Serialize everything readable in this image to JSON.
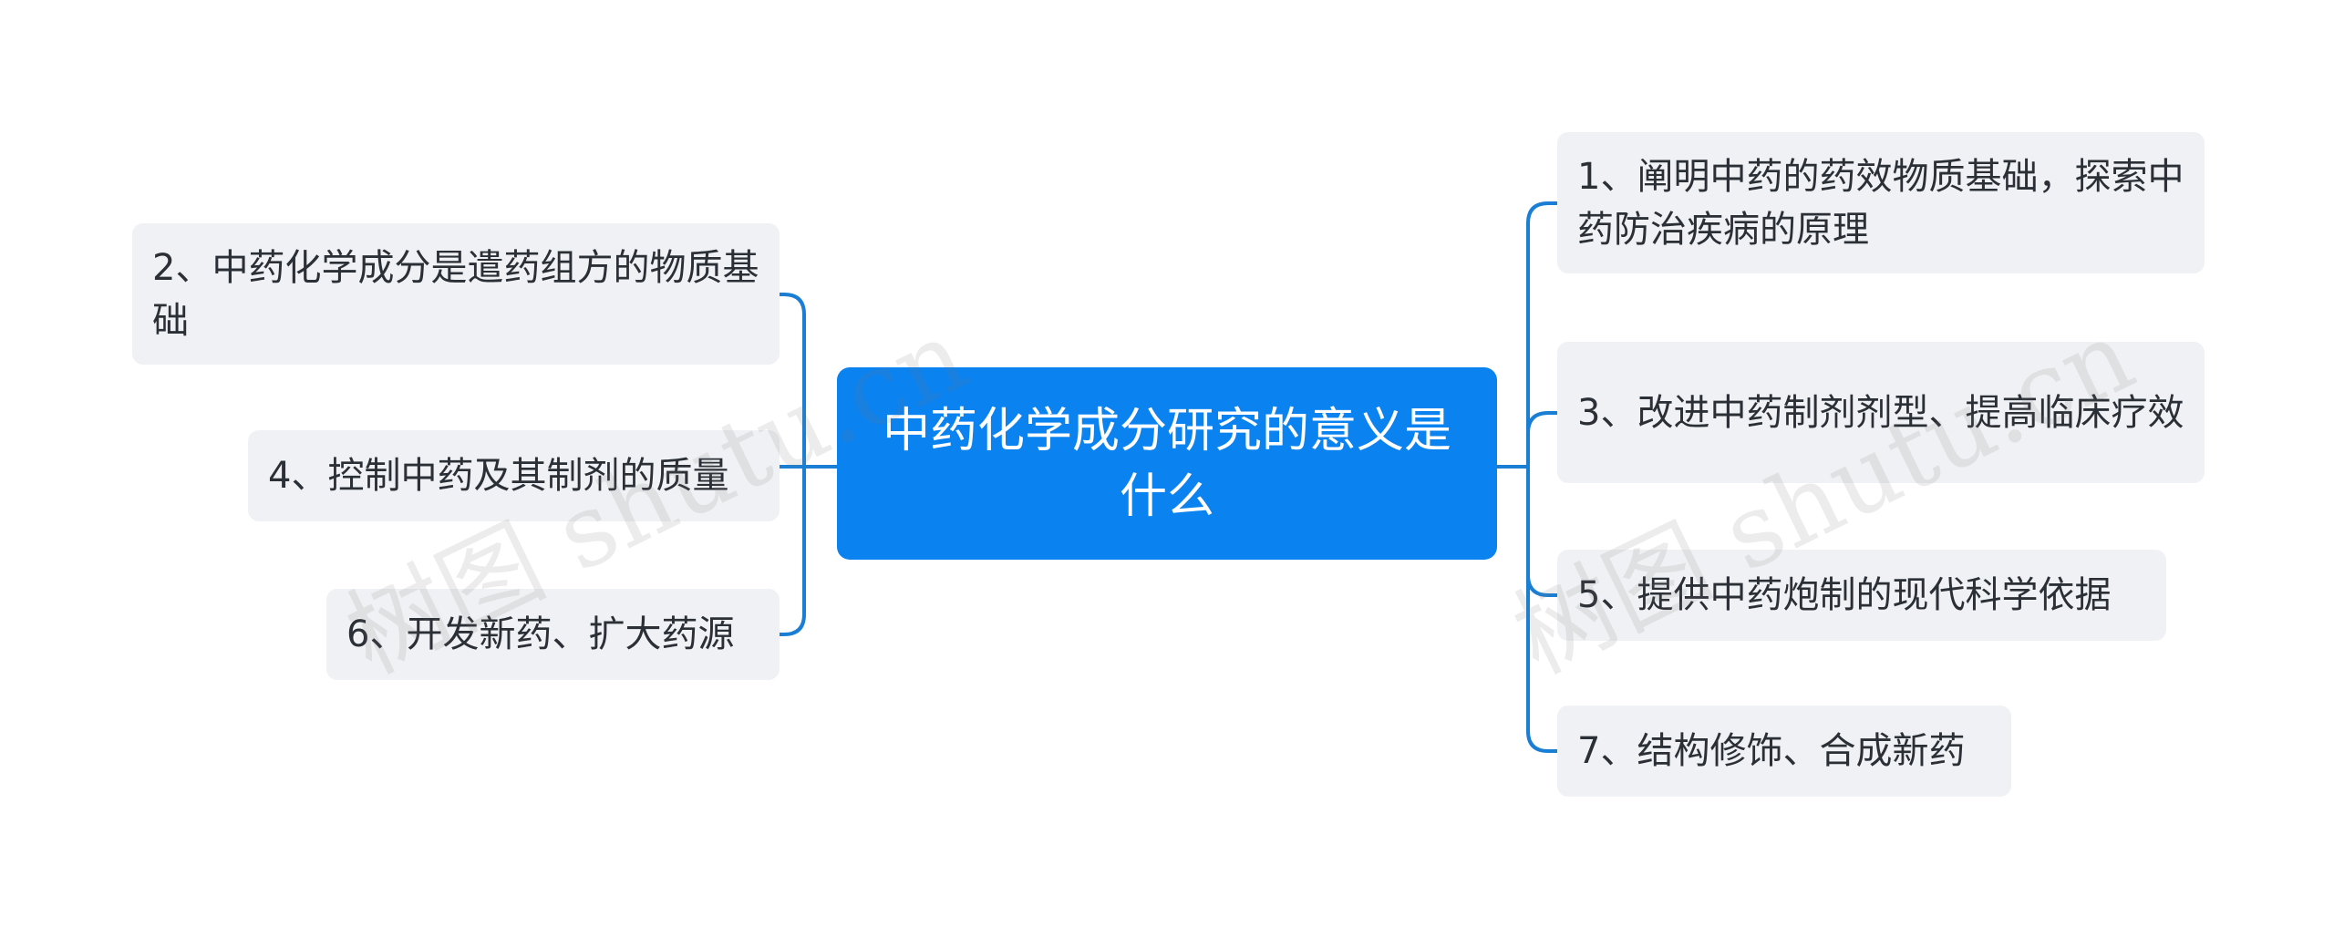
{
  "mindmap": {
    "root": "中药化学成分研究的意义是什么",
    "left_nodes": [
      "2、中药化学成分是遣药组方的物质基础",
      "4、控制中药及其制剂的质量",
      "6、开发新药、扩大药源"
    ],
    "right_nodes": [
      "1、阐明中药的药效物质基础，探索中药防治疾病的原理",
      "3、改进中药制剂剂型、提高临床疗效",
      "5、提供中药炮制的现代科学依据",
      "7、结构修饰、合成新药"
    ]
  },
  "watermark": [
    "树图 shutu.cn",
    "树图 shutu.cn"
  ],
  "colors": {
    "accent": "#0a82f0",
    "node_bg": "#eff1f4",
    "link": "#1a7fd4",
    "text": "#2b2f36"
  }
}
